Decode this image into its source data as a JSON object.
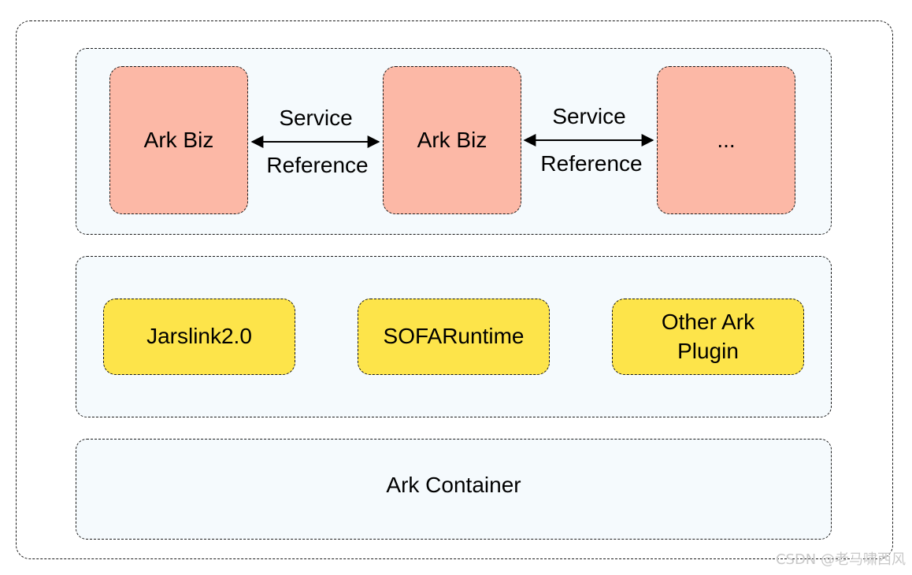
{
  "biz_layer": {
    "nodes": [
      "Ark Biz",
      "Ark Biz",
      "..."
    ],
    "edges": [
      {
        "top": "Service",
        "bottom": "Reference"
      },
      {
        "top": "Service",
        "bottom": "Reference"
      }
    ]
  },
  "plugin_layer": {
    "nodes": [
      "Jarslink2.0",
      "SOFARuntime",
      "Other Ark Plugin"
    ]
  },
  "container_layer": {
    "label": "Ark Container"
  },
  "watermark": "CSDN @老马啸西风",
  "colors": {
    "biz_fill": "#fcb8a6",
    "plugin_fill": "#fde44a",
    "layer_fill": "#f5fafd",
    "border": "#1a1a1a"
  }
}
